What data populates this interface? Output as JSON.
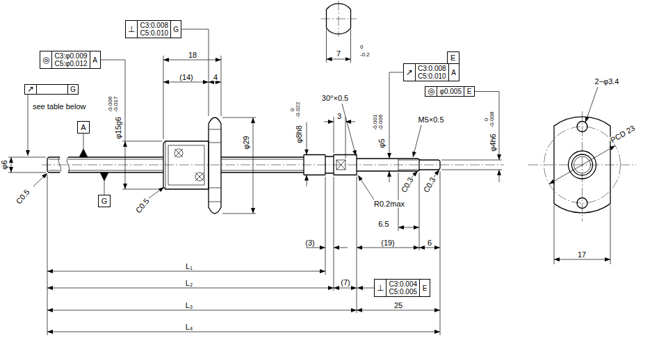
{
  "diagram": {
    "nodes": [
      {
        "text": [
          "⊥",
          "C3:0.008 C5:0.010",
          "G"
        ]
      },
      {
        "text": [
          "◎",
          "C3:φ0.009 C5:φ0.012",
          "A"
        ]
      },
      {
        "text": [
          "↗",
          "G"
        ]
      },
      {
        "text": [
          "A"
        ]
      },
      {
        "text": [
          "G"
        ]
      },
      {
        "text": [
          "E"
        ]
      },
      {
        "text": [
          "↗",
          "C3:0.008 C5:0.010",
          "A"
        ]
      },
      {
        "text": [
          "◎",
          "φ0.005",
          "E"
        ]
      },
      {
        "text": [
          "⊥",
          "C3:0.004 C5:0.005",
          "E"
        ]
      }
    ],
    "labels": [
      "18",
      "(14)",
      "4",
      "φ29",
      "φ15g6",
      "-0.006",
      "-0.017",
      "φ6",
      "C0.5",
      "C0.5",
      "see table below",
      "7",
      "0",
      "-0.2",
      "30°×0.5",
      "3",
      "φ8h8",
      "0",
      "-0.022",
      "φ5",
      "-0.001",
      "-0.006",
      "M5×0.5",
      "C0.3",
      "C0.3",
      "φ4h6",
      "0",
      "-0.008",
      "R0.2max",
      "6.5",
      "(3)",
      "(19)",
      "6",
      "L₁",
      "L₂",
      "(7)",
      "L₃",
      "25",
      "L₄",
      "2−φ3.4",
      "PCD 23",
      "17"
    ]
  }
}
